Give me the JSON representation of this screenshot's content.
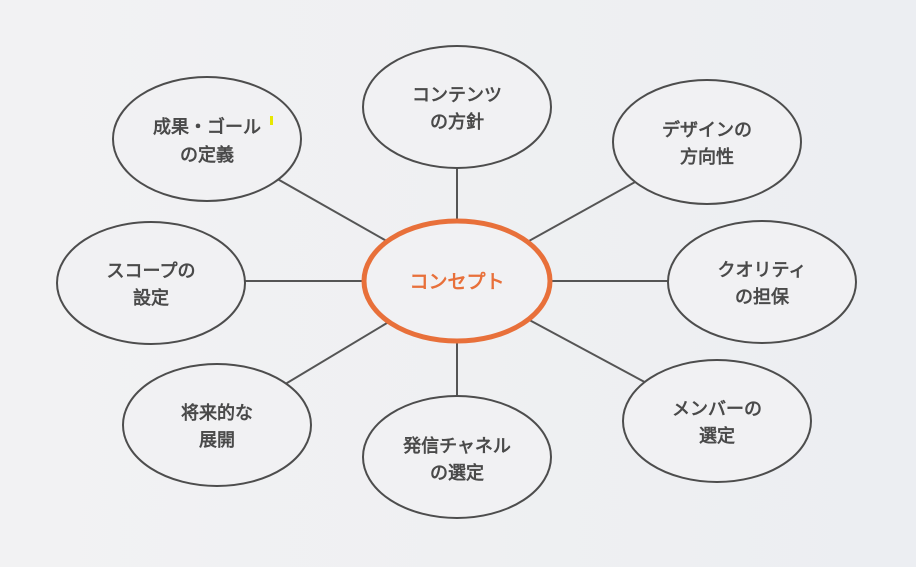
{
  "center": {
    "label": "コンセプト"
  },
  "nodes": [
    {
      "line1": "成果・ゴール",
      "line2": "の定義"
    },
    {
      "line1": "コンテンツ",
      "line2": "の方針"
    },
    {
      "line1": "デザインの",
      "line2": "方向性"
    },
    {
      "line1": "スコープの",
      "line2": "設定"
    },
    {
      "line1": "クオリティ",
      "line2": "の担保"
    },
    {
      "line1": "将来的な",
      "line2": "展開"
    },
    {
      "line1": "発信チャネル",
      "line2": "の選定"
    },
    {
      "line1": "メンバーの",
      "line2": "選定"
    }
  ],
  "colors": {
    "accent": "#e8703a",
    "stroke": "#4d4d4d",
    "text": "#4a4a4a"
  }
}
